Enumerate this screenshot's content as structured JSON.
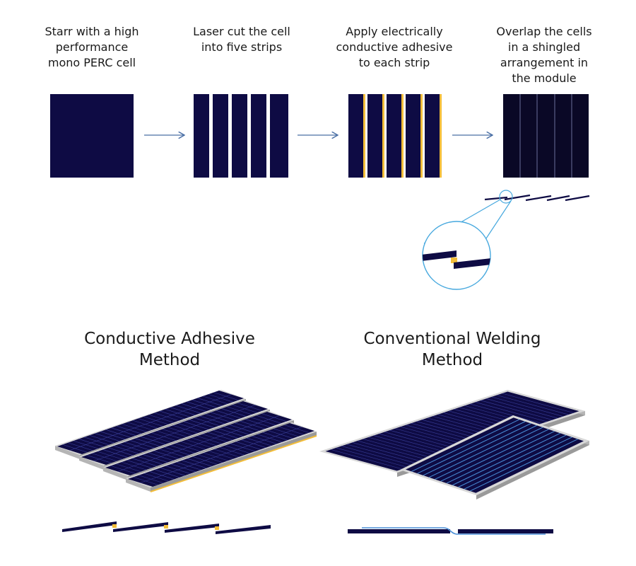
{
  "steps": [
    {
      "label": "Starr with a high\nperformance\nmono PERC cell"
    },
    {
      "label": "Laser cut the cell\ninto five strips"
    },
    {
      "label": "Apply electrically\nconductive adhesive\nto each strip"
    },
    {
      "label": "Overlap the cells\nin a shingled\narrangement in\nthe module"
    }
  ],
  "methods": {
    "adhesive_title": "Conductive Adhesive\nMethod",
    "welding_title": "Conventional Welding\nMethod"
  },
  "colors": {
    "cell": "#0e0b44",
    "cell_line": "#2a2f8a",
    "adhesive": "#f2bd3a",
    "arrow": "#4a6fa5",
    "zoom": "#46a8de",
    "frame_top": "#d8d8d8",
    "frame_side": "#9a9a9a",
    "ribbon": "#4a8fd8"
  }
}
